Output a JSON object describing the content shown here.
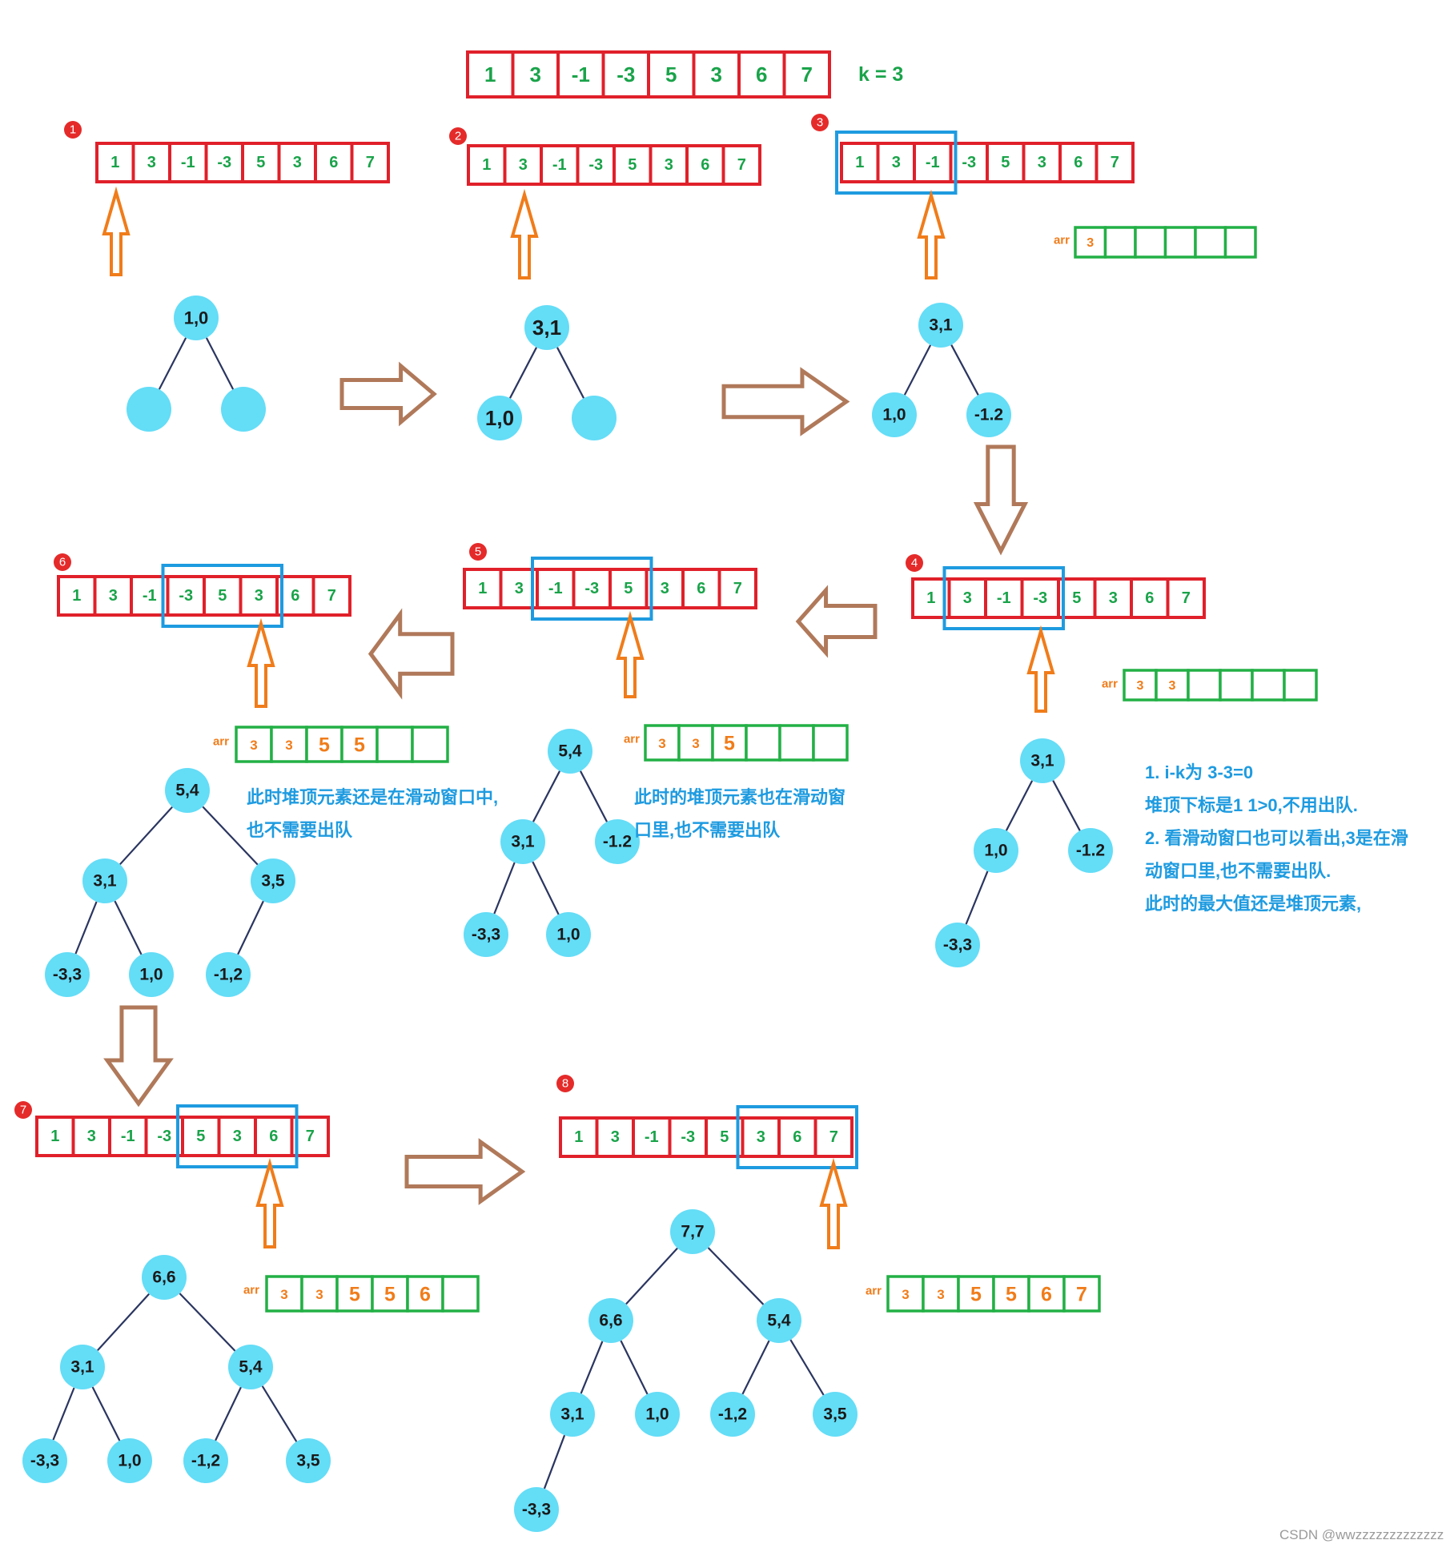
{
  "top_array": {
    "values": [
      "1",
      "3",
      "-1",
      "-3",
      "5",
      "3",
      "6",
      "7"
    ],
    "k_label": "k = 3"
  },
  "steps": [
    {
      "badge": "1",
      "window": false
    },
    {
      "badge": "2",
      "window": false
    },
    {
      "badge": "3",
      "window": [
        0,
        2
      ]
    },
    {
      "badge": "4",
      "window": [
        1,
        3
      ]
    },
    {
      "badge": "5",
      "window": [
        2,
        4
      ]
    },
    {
      "badge": "6",
      "window": [
        3,
        5
      ]
    },
    {
      "badge": "7",
      "window": [
        4,
        6
      ]
    },
    {
      "badge": "8",
      "window": [
        5,
        7
      ]
    }
  ],
  "arr_label": "arr",
  "arr_states": [
    {
      "step": "3",
      "values": [
        "3"
      ]
    },
    {
      "step": "4",
      "values": [
        "3",
        "3"
      ]
    },
    {
      "step": "5",
      "values": [
        "3",
        "3",
        "5"
      ]
    },
    {
      "step": "6",
      "values": [
        "3",
        "3",
        "5",
        "5"
      ]
    },
    {
      "step": "7",
      "values": [
        "3",
        "3",
        "5",
        "5",
        "6"
      ]
    },
    {
      "step": "8",
      "values": [
        "3",
        "3",
        "5",
        "5",
        "6",
        "7"
      ]
    }
  ],
  "heaps": [
    {
      "step": "1",
      "nodes": [
        "1,0",
        "",
        ""
      ],
      "edges": [
        [
          0,
          1
        ],
        [
          0,
          2
        ]
      ]
    },
    {
      "step": "2",
      "nodes": [
        "3,1",
        "1,0",
        ""
      ],
      "edges": [
        [
          0,
          1
        ],
        [
          0,
          2
        ]
      ]
    },
    {
      "step": "3",
      "nodes": [
        "3,1",
        "1,0",
        "-1.2"
      ],
      "edges": [
        [
          0,
          1
        ],
        [
          0,
          2
        ]
      ]
    },
    {
      "step": "4",
      "nodes": [
        "3,1",
        "1,0",
        "-1.2",
        "-3,3"
      ],
      "edges": [
        [
          0,
          1
        ],
        [
          0,
          2
        ],
        [
          1,
          3
        ]
      ]
    },
    {
      "step": "5",
      "nodes": [
        "5,4",
        "3,1",
        "-1.2",
        "-3,3",
        "1,0"
      ],
      "edges": [
        [
          0,
          1
        ],
        [
          0,
          2
        ],
        [
          1,
          3
        ],
        [
          1,
          4
        ]
      ]
    },
    {
      "step": "6",
      "nodes": [
        "5,4",
        "3,1",
        "3,5",
        "-3,3",
        "1,0",
        "-1,2"
      ],
      "edges": [
        [
          0,
          1
        ],
        [
          0,
          2
        ],
        [
          1,
          3
        ],
        [
          1,
          4
        ],
        [
          2,
          5
        ]
      ]
    },
    {
      "step": "7",
      "nodes": [
        "6,6",
        "3,1",
        "5,4",
        "-3,3",
        "1,0",
        "-1,2",
        "3,5"
      ],
      "edges": [
        [
          0,
          1
        ],
        [
          0,
          2
        ],
        [
          1,
          3
        ],
        [
          1,
          4
        ],
        [
          2,
          5
        ],
        [
          2,
          6
        ]
      ]
    },
    {
      "step": "8",
      "nodes": [
        "7,7",
        "6,6",
        "5,4",
        "3,1",
        "1,0",
        "-1,2",
        "3,5",
        "-3,3"
      ],
      "edges": [
        [
          0,
          1
        ],
        [
          0,
          2
        ],
        [
          1,
          3
        ],
        [
          1,
          4
        ],
        [
          2,
          5
        ],
        [
          2,
          6
        ],
        [
          3,
          7
        ]
      ]
    }
  ],
  "notes": {
    "step4": [
      "1. i-k为 3-3=0",
      "堆顶下标是1 1>0,不用出队.",
      "2. 看滑动窗口也可以看出,3是在滑",
      "动窗口里,也不需要出队.",
      "此时的最大值还是堆顶元素,"
    ],
    "step5": [
      "此时的堆顶元素也在滑动窗",
      "口里,也不需要出队"
    ],
    "step6": [
      "此时堆顶元素还是在滑动窗口中,",
      "也不需要出队"
    ]
  },
  "watermark": "CSDN @wwzzzzzzzzzzzzz",
  "colors": {
    "cell_border": "#e0202a",
    "cell_text": "#1aa34a",
    "window_border": "#1e9be0",
    "pointer_arrow": "#f07c1a",
    "flow_arrow": "#b0795a",
    "heap_node": "#64ddf7",
    "arr_border": "#22b045",
    "note_text": "#1e9be0"
  }
}
